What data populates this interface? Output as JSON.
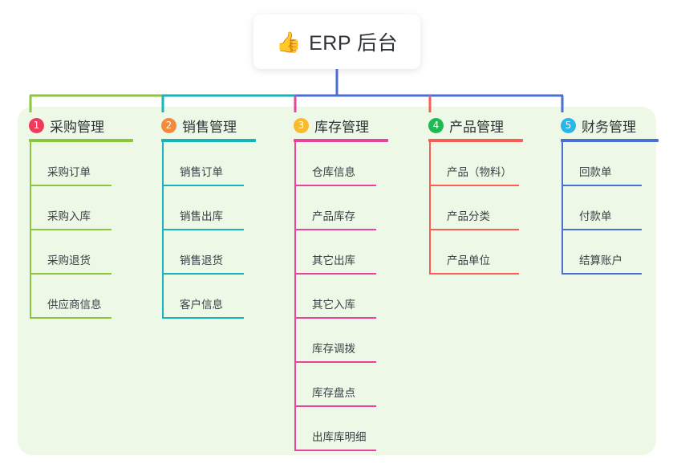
{
  "root": {
    "icon": "thumbs-up-icon",
    "icon_glyph": "👍",
    "title": "ERP 后台"
  },
  "palette": {
    "panel_background": "#eef8e7",
    "page_background": "#ffffff",
    "text": "#2f3338",
    "leaf_text": "#3b4045"
  },
  "columns": [
    {
      "number": "1",
      "title": "采购管理",
      "badge_color": "#ef3b5b",
      "line_color": "#8cc63f",
      "items": [
        {
          "label": "采购订单"
        },
        {
          "label": "采购入库"
        },
        {
          "label": "采购退货"
        },
        {
          "label": "供应商信息"
        }
      ]
    },
    {
      "number": "2",
      "title": "销售管理",
      "badge_color": "#f58a3c",
      "line_color": "#17b3bb",
      "items": [
        {
          "label": "销售订单"
        },
        {
          "label": "销售出库"
        },
        {
          "label": "销售退货"
        },
        {
          "label": "客户信息"
        }
      ]
    },
    {
      "number": "3",
      "title": "库存管理",
      "badge_color": "#f9bb2d",
      "line_color": "#e8449c",
      "items": [
        {
          "label": "仓库信息"
        },
        {
          "label": "产品库存"
        },
        {
          "label": "其它出库"
        },
        {
          "label": "其它入库"
        },
        {
          "label": "库存调拨"
        },
        {
          "label": "库存盘点"
        },
        {
          "label": "出库库明细"
        }
      ]
    },
    {
      "number": "4",
      "title": "产品管理",
      "badge_color": "#1fb954",
      "line_color": "#f75f55",
      "items": [
        {
          "label": "产品（物料）"
        },
        {
          "label": "产品分类"
        },
        {
          "label": "产品单位"
        }
      ]
    },
    {
      "number": "5",
      "title": "财务管理",
      "badge_color": "#29b6e8",
      "line_color": "#4a6fd4",
      "items": [
        {
          "label": "回款单"
        },
        {
          "label": "付款单"
        },
        {
          "label": "结算账户"
        }
      ]
    }
  ]
}
